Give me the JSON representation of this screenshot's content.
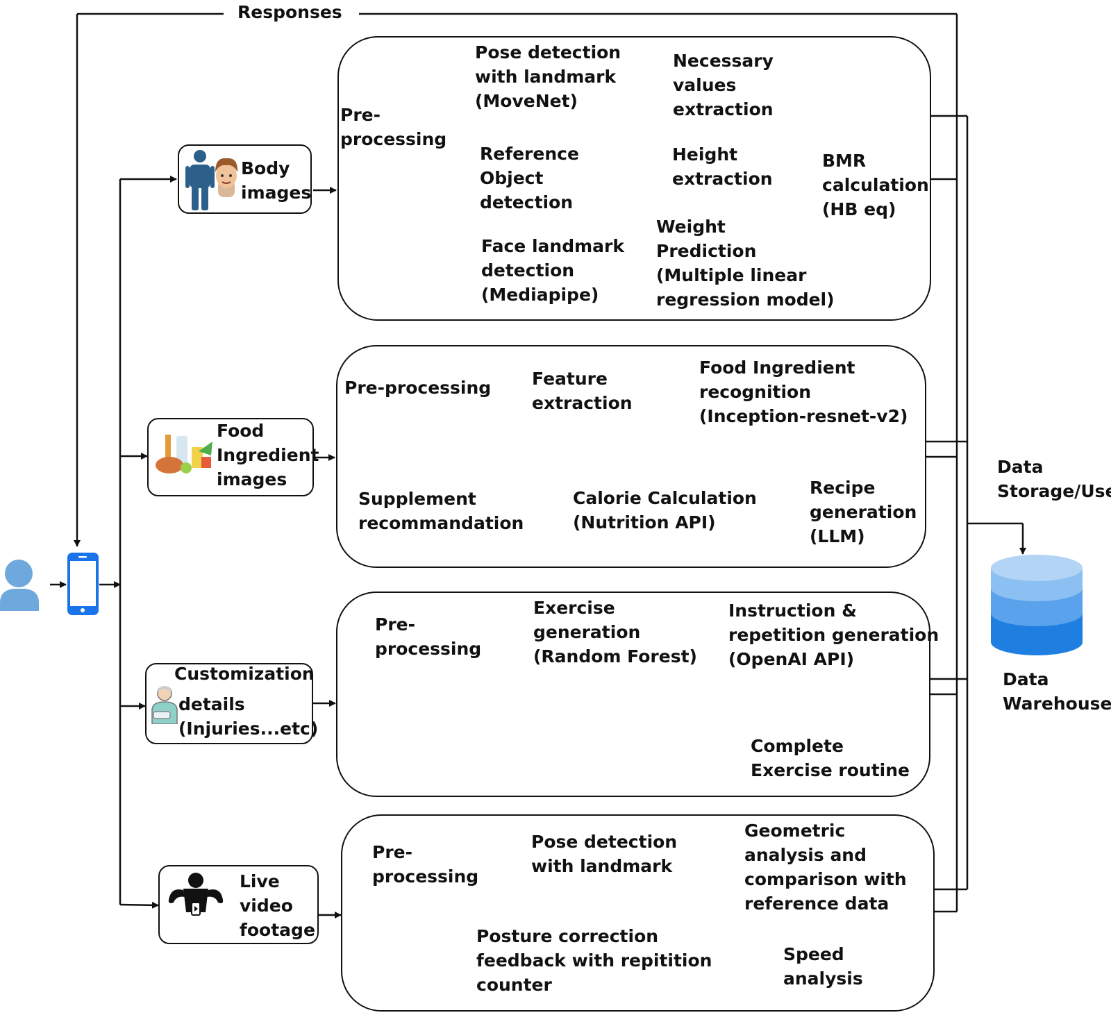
{
  "diagram": {
    "responses_label": "Responses",
    "data_storage_label": "Data\nStorage/Use",
    "data_warehouse_label": "Data\nWarehouse",
    "inputs": {
      "body_images": "Body\nimages",
      "food_images": "Food\nIngredient\nimages",
      "customization": "Customization",
      "customization_details": "details\n(Injuries...etc)",
      "live_video": "Live\nvideo\nfootage"
    },
    "body_module": {
      "preprocessing": "Pre-\nprocessing",
      "pose_detection": "Pose detection\nwith landmark\n(MoveNet)",
      "reference_object": "Reference\nObject\ndetection",
      "face_landmark": "Face landmark\ndetection\n(Mediapipe)",
      "necessary_values": "Necessary\nvalues\nextraction",
      "height_extraction": "Height\nextraction",
      "weight_prediction": "Weight\nPrediction\n(Multiple linear\nregression model)",
      "bmr_calculation": "BMR\ncalculation\n(HB eq)"
    },
    "food_module": {
      "preprocessing": "Pre-processing",
      "feature_extraction": "Feature\nextraction",
      "ingredient_recognition": "Food Ingredient\nrecognition\n(Inception-resnet-v2)",
      "recipe_generation": "Recipe\ngeneration\n(LLM)",
      "calorie_calculation": "Calorie Calculation\n(Nutrition API)",
      "supplement": "Supplement\nrecommandation"
    },
    "exercise_module": {
      "preprocessing": "Pre-\nprocessing",
      "exercise_generation": "Exercise\ngeneration\n(Random Forest)",
      "instruction_generation": "Instruction &\nrepetition generation\n(OpenAI API)",
      "complete_routine": "Complete\nExercise routine"
    },
    "posture_module": {
      "preprocessing": "Pre-\nprocessing",
      "pose_detection": "Pose detection\nwith landmark",
      "geometric_analysis": "Geometric\nanalysis and\ncomparison with\nreference data",
      "speed_analysis": "Speed\nanalysis",
      "posture_feedback": "Posture correction\nfeedback with repitition\ncounter"
    },
    "colors": {
      "line": "#111111",
      "user_icon": "#6fa8dc",
      "phone_icon": "#1a73e8",
      "db_top": "#b4d4f6",
      "db_mid": "#5aa3ec",
      "db_bottom": "#1f7fe0"
    },
    "icons": [
      "user-icon",
      "smartphone-icon",
      "person-silhouette-icon",
      "boy-face-icon",
      "food-basket-icon",
      "injured-person-icon",
      "bodybuilder-video-icon",
      "database-icon"
    ]
  }
}
